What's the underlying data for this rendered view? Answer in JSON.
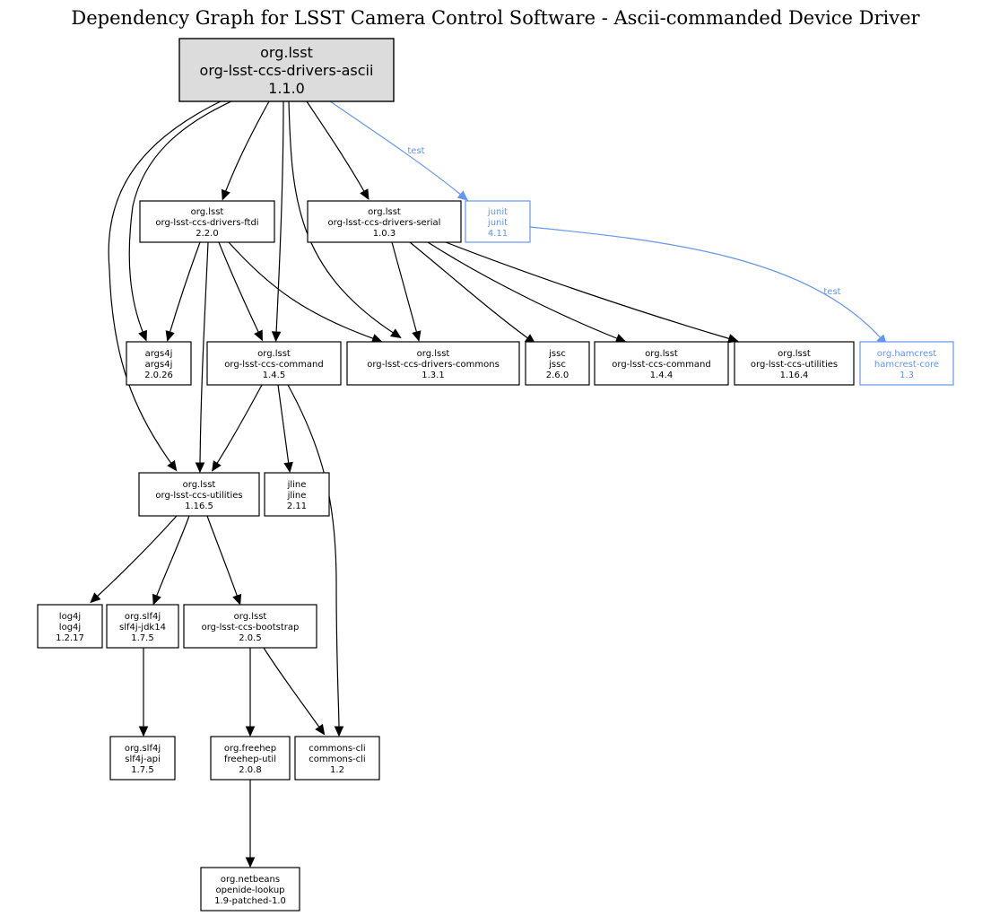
{
  "title": "Dependency Graph for LSST Camera Control Software - Ascii-commanded Device Driver",
  "colors": {
    "default": "#000000",
    "test": "#6495ed",
    "root_fill": "#dcdcdc"
  },
  "nodes": [
    {
      "id": "root",
      "group": "org.lsst",
      "artifact": "org-lsst-ccs-drivers-ascii",
      "version": "1.1.0",
      "kind": "root"
    },
    {
      "id": "ftdi",
      "group": "org.lsst",
      "artifact": "org-lsst-ccs-drivers-ftdi",
      "version": "2.2.0",
      "kind": "normal"
    },
    {
      "id": "serial",
      "group": "org.lsst",
      "artifact": "org-lsst-ccs-drivers-serial",
      "version": "1.0.3",
      "kind": "normal"
    },
    {
      "id": "junit",
      "group": "junit",
      "artifact": "junit",
      "version": "4.11",
      "kind": "test"
    },
    {
      "id": "args4j",
      "group": "args4j",
      "artifact": "args4j",
      "version": "2.0.26",
      "kind": "normal"
    },
    {
      "id": "command145",
      "group": "org.lsst",
      "artifact": "org-lsst-ccs-command",
      "version": "1.4.5",
      "kind": "normal"
    },
    {
      "id": "commons131",
      "group": "org.lsst",
      "artifact": "org-lsst-ccs-drivers-commons",
      "version": "1.3.1",
      "kind": "normal"
    },
    {
      "id": "jssc",
      "group": "jssc",
      "artifact": "jssc",
      "version": "2.6.0",
      "kind": "normal"
    },
    {
      "id": "command144",
      "group": "org.lsst",
      "artifact": "org-lsst-ccs-command",
      "version": "1.4.4",
      "kind": "normal"
    },
    {
      "id": "utilities1164",
      "group": "org.lsst",
      "artifact": "org-lsst-ccs-utilities",
      "version": "1.16.4",
      "kind": "normal"
    },
    {
      "id": "hamcrest",
      "group": "org.hamcrest",
      "artifact": "hamcrest-core",
      "version": "1.3",
      "kind": "test"
    },
    {
      "id": "utilities1165",
      "group": "org.lsst",
      "artifact": "org-lsst-ccs-utilities",
      "version": "1.16.5",
      "kind": "normal"
    },
    {
      "id": "jline",
      "group": "jline",
      "artifact": "jline",
      "version": "2.11",
      "kind": "normal"
    },
    {
      "id": "log4j",
      "group": "log4j",
      "artifact": "log4j",
      "version": "1.2.17",
      "kind": "normal"
    },
    {
      "id": "slf4jjdk14",
      "group": "org.slf4j",
      "artifact": "slf4j-jdk14",
      "version": "1.7.5",
      "kind": "normal"
    },
    {
      "id": "bootstrap",
      "group": "org.lsst",
      "artifact": "org-lsst-ccs-bootstrap",
      "version": "2.0.5",
      "kind": "normal"
    },
    {
      "id": "slf4japi",
      "group": "org.slf4j",
      "artifact": "slf4j-api",
      "version": "1.7.5",
      "kind": "normal"
    },
    {
      "id": "freehep",
      "group": "org.freehep",
      "artifact": "freehep-util",
      "version": "2.0.8",
      "kind": "normal"
    },
    {
      "id": "commonscli",
      "group": "commons-cli",
      "artifact": "commons-cli",
      "version": "1.2",
      "kind": "normal"
    },
    {
      "id": "openide",
      "group": "org.netbeans",
      "artifact": "openide-lookup",
      "version": "1.9-patched-1.0",
      "kind": "normal"
    }
  ],
  "edges": [
    {
      "from": "root",
      "to": "ftdi",
      "label": ""
    },
    {
      "from": "root",
      "to": "serial",
      "label": ""
    },
    {
      "from": "root",
      "to": "junit",
      "label": "test"
    },
    {
      "from": "root",
      "to": "args4j",
      "label": ""
    },
    {
      "from": "root",
      "to": "utilities1165",
      "label": ""
    },
    {
      "from": "root",
      "to": "command145",
      "label": ""
    },
    {
      "from": "root",
      "to": "commons131",
      "label": ""
    },
    {
      "from": "ftdi",
      "to": "args4j",
      "label": ""
    },
    {
      "from": "ftdi",
      "to": "utilities1165",
      "label": ""
    },
    {
      "from": "ftdi",
      "to": "command145",
      "label": ""
    },
    {
      "from": "ftdi",
      "to": "commons131",
      "label": ""
    },
    {
      "from": "serial",
      "to": "commons131",
      "label": ""
    },
    {
      "from": "serial",
      "to": "jssc",
      "label": ""
    },
    {
      "from": "serial",
      "to": "command144",
      "label": ""
    },
    {
      "from": "serial",
      "to": "utilities1164",
      "label": ""
    },
    {
      "from": "junit",
      "to": "hamcrest",
      "label": "test"
    },
    {
      "from": "command145",
      "to": "utilities1165",
      "label": ""
    },
    {
      "from": "command145",
      "to": "jline",
      "label": ""
    },
    {
      "from": "command145",
      "to": "commonscli",
      "label": ""
    },
    {
      "from": "utilities1165",
      "to": "log4j",
      "label": ""
    },
    {
      "from": "utilities1165",
      "to": "slf4jjdk14",
      "label": ""
    },
    {
      "from": "utilities1165",
      "to": "bootstrap",
      "label": ""
    },
    {
      "from": "slf4jjdk14",
      "to": "slf4japi",
      "label": ""
    },
    {
      "from": "bootstrap",
      "to": "freehep",
      "label": ""
    },
    {
      "from": "bootstrap",
      "to": "commonscli",
      "label": ""
    },
    {
      "from": "freehep",
      "to": "openide",
      "label": ""
    }
  ]
}
